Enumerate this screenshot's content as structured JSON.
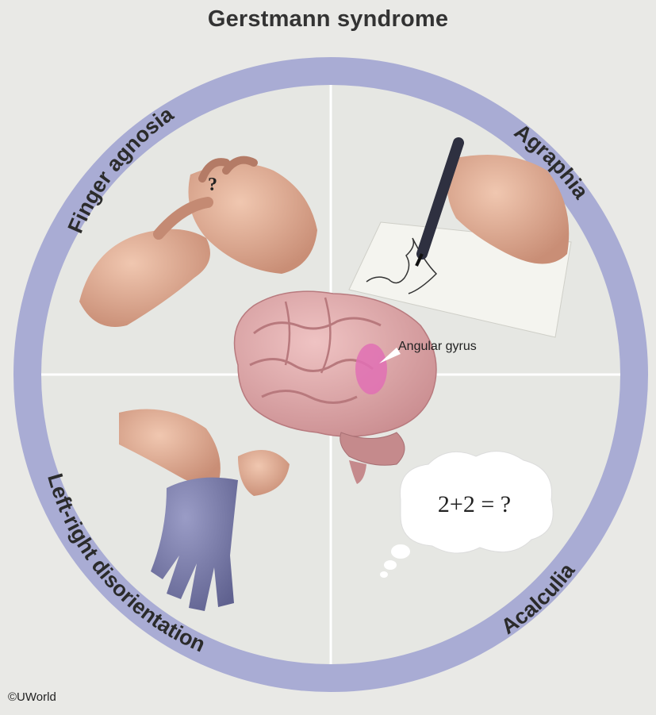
{
  "title": "Gerstmann syndrome",
  "quadrants": {
    "top_left": "Finger agnosia",
    "top_right": "Agraphia",
    "bottom_left": "Left-right disorientation",
    "bottom_right": "Acalculia"
  },
  "brain_label": "Angular gyrus",
  "question_mark": "?",
  "thought_text": "2+2 = ?",
  "copyright": "©UWorld",
  "colors": {
    "ring": "#a9acd4",
    "brain": "#d9a3a6",
    "angular_gyrus": "#e070b4",
    "glove": "#7d7fae",
    "skin": "#d7a58e"
  }
}
